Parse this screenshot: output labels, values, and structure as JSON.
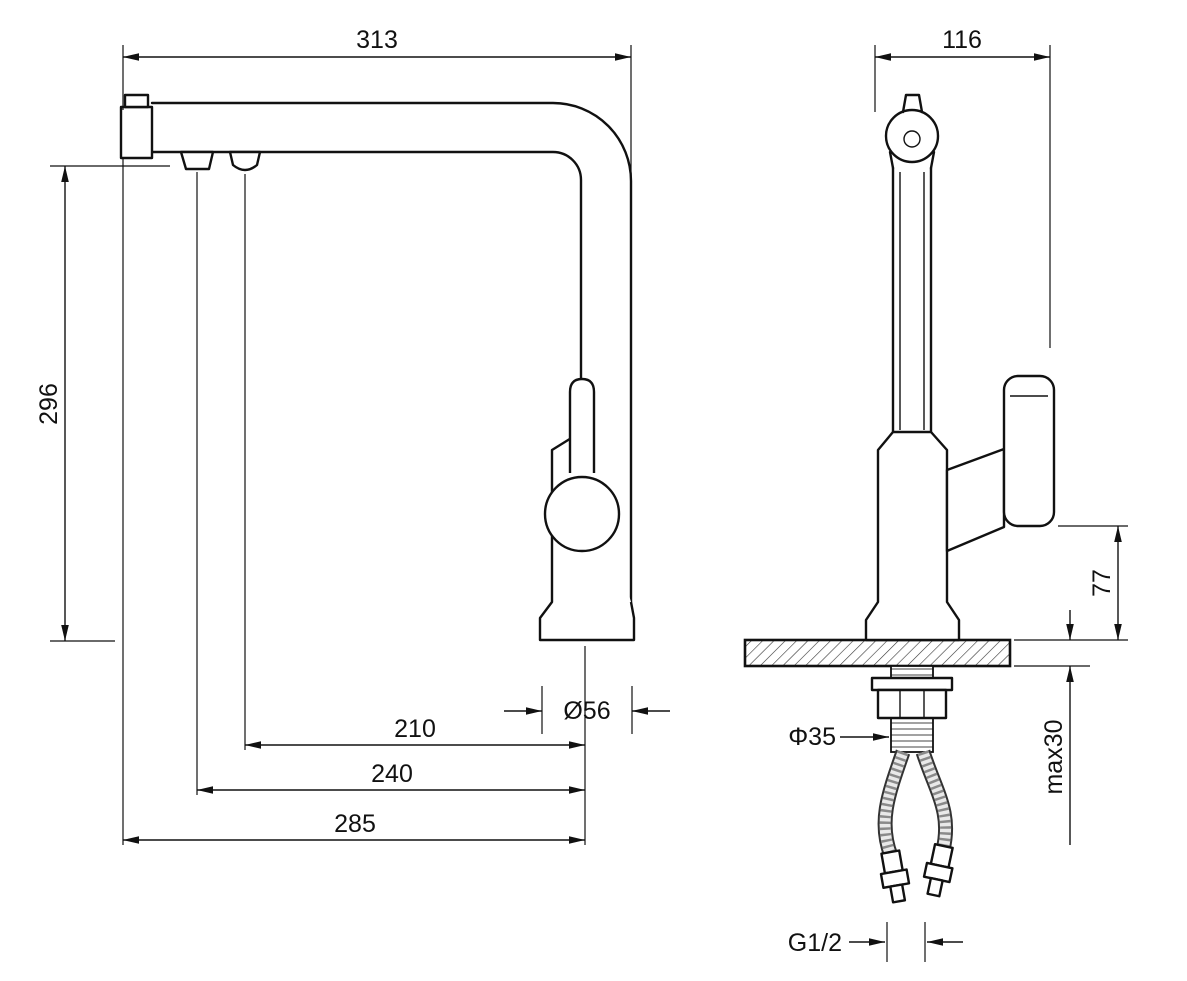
{
  "style": {
    "line_color": "#111111",
    "background": "#ffffff"
  },
  "dims": {
    "spout_reach": "313",
    "height": "296",
    "outlet_near": "210",
    "outlet_far": "240",
    "overall_reach": "285",
    "base_diameter": "Ø56",
    "top_depth": "116",
    "body_above_deck": "77",
    "deck_thickness_max": "max30",
    "hole_diameter": "Φ35",
    "thread_size": "G1/2"
  }
}
